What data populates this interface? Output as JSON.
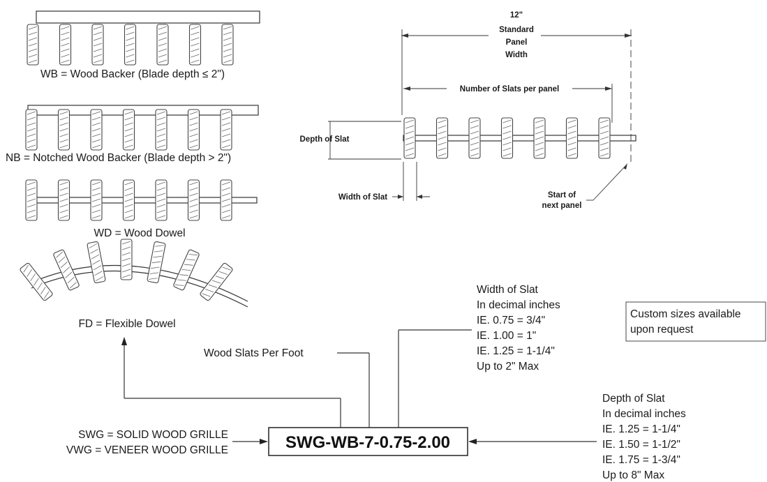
{
  "types": {
    "wb": "WB = Wood Backer (Blade depth ≤ 2\")",
    "nb": "NB = Notched Wood Backer (Blade depth > 2\")",
    "wd": "WD = Wood Dowel",
    "fd": "FD = Flexible Dowel"
  },
  "dimensions": {
    "panel_width": [
      "12\"",
      "Standard",
      "Panel",
      "Width"
    ],
    "slats_per_panel": "Number of Slats  per panel",
    "depth": "Depth of Slat",
    "width": "Width of Slat",
    "next_panel": [
      "Start of",
      "next panel"
    ]
  },
  "legend": {
    "width_note": [
      "Width of Slat",
      "In decimal inches",
      "IE. 0.75 = 3/4\"",
      "IE. 1.00 = 1\"",
      "IE. 1.25 = 1-1/4\"",
      "Up to 2\" Max"
    ],
    "custom": [
      "Custom sizes available",
      "upon request"
    ],
    "slats_per_foot": "Wood Slats Per Foot",
    "grille_types": [
      "SWG = SOLID WOOD GRILLE",
      "VWG = VENEER WOOD GRILLE"
    ],
    "code": "SWG-WB-7-0.75-2.00",
    "depth_note": [
      "Depth of Slat",
      "In decimal inches",
      "IE. 1.25 = 1-1/4\"",
      "IE. 1.50 = 1-1/2\"",
      "IE. 1.75 = 1-3/4\"",
      "Up to 8\" Max"
    ]
  },
  "slat_counts": {
    "wb": 7,
    "nb": 7,
    "wd": 7,
    "fd": 7,
    "main": 7
  }
}
